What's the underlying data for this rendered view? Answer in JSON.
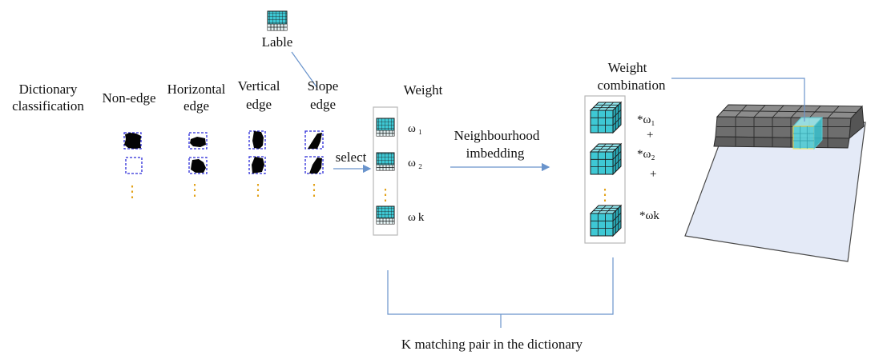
{
  "labels": {
    "lable": "Lable",
    "dictionary_1": "Dictionary",
    "dictionary_2": "classification",
    "nonedge": "Non-edge",
    "horizontal_1": "Horizontal",
    "horizontal_2": "edge",
    "vertical_1": "Vertical",
    "vertical_2": "edge",
    "slope_1": "Slope",
    "slope_2": "edge",
    "select": "select",
    "weight": "Weight",
    "neigh_1": "Neighbourhood",
    "neigh_2": "imbedding",
    "combo_1": "Weight",
    "combo_2": "combination",
    "kmatch": "K  matching pair in the dictionary"
  },
  "weights": {
    "w1": "ω ₁",
    "w2": "ω ₂",
    "wk": "ω k"
  },
  "combination_terms": {
    "t1": "*ω₁",
    "p1": "+",
    "t2": "*ω₂",
    "p2": "+",
    "tk": "*ωk"
  },
  "ellipsis": "⋮",
  "colors": {
    "cyan": "#3ec8d4",
    "grid_dark": "#1a1a1a",
    "dash_blue": "#2b2bd8",
    "dots": "#e3a21a",
    "arrow": "#6a94cc",
    "plane": "#e4eaf7",
    "block": "#707070"
  }
}
